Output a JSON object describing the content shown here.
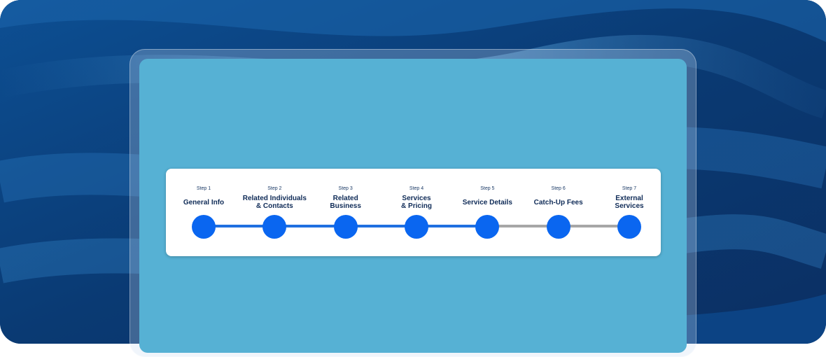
{
  "stepper": {
    "steps": [
      {
        "number": "Step 1",
        "title": "General Info",
        "completed": true
      },
      {
        "number": "Step 2",
        "title": "Related Individuals\n& Contacts",
        "completed": true
      },
      {
        "number": "Step 3",
        "title": "Related\nBusiness",
        "completed": true
      },
      {
        "number": "Step 4",
        "title": "Services\n& Pricing",
        "completed": true
      },
      {
        "number": "Step 5",
        "title": "Service Details",
        "completed": true
      },
      {
        "number": "Step 6",
        "title": "Catch-Up Fees",
        "completed": false
      },
      {
        "number": "Step 7",
        "title": "External\nServices",
        "completed": false
      }
    ]
  },
  "colors": {
    "dot": "#0a66f0",
    "track_done": "#1f6fe0",
    "track_todo": "#a7a7a7",
    "panel": "#56b1d4",
    "background": "#0a3f7a"
  }
}
